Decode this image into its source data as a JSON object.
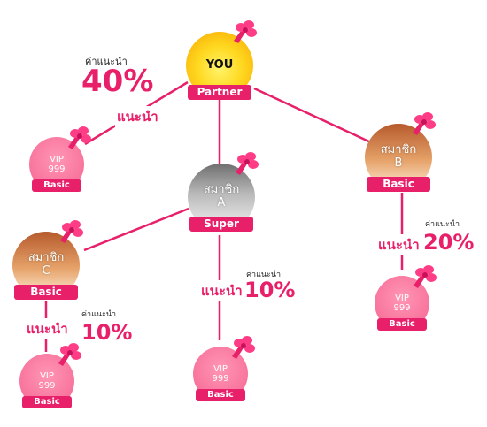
{
  "nodes": {
    "you": {
      "line1": "YOU",
      "line2": "",
      "tag": "Partner"
    },
    "member_a": {
      "line1": "สมาชิก",
      "line2": "A",
      "tag": "Super"
    },
    "member_b": {
      "line1": "สมาชิก",
      "line2": "B",
      "tag": "Basic"
    },
    "member_c": {
      "line1": "สมาชิก",
      "line2": "C",
      "tag": "Basic"
    },
    "vip_1": {
      "line1": "VIP",
      "line2": "999",
      "tag": "Basic"
    },
    "vip_2": {
      "line1": "VIP",
      "line2": "999",
      "tag": "Basic"
    },
    "vip_3": {
      "line1": "VIP",
      "line2": "999",
      "tag": "Basic"
    },
    "vip_4": {
      "line1": "VIP",
      "line2": "999",
      "tag": "Basic"
    }
  },
  "labels": {
    "commission_caption": "ค่าแนะนำ",
    "refer": "แนะนำ",
    "pct_you": "40%",
    "pct_b": "20%",
    "pct_a": "10%",
    "pct_c": "10%"
  },
  "colors": {
    "accent": "#e8206a",
    "line": "#e8206a",
    "vip_pink": "#f56491",
    "gold": "#ffd820"
  }
}
